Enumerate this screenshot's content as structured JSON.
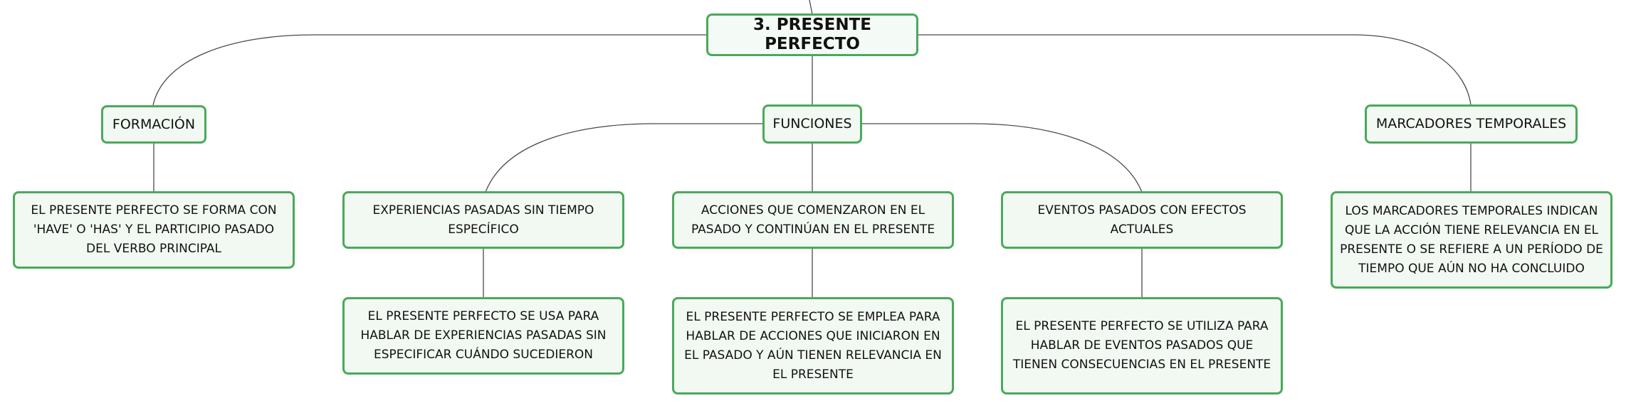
{
  "colors": {
    "node_border": "#4aa95a",
    "node_fill": "#f2f9f3",
    "connector": "#4a4a4a"
  },
  "root": {
    "label": "3. PRESENTE PERFECTO"
  },
  "branches": {
    "formacion": {
      "label": "FORMACIÓN",
      "detail": "EL PRESENTE PERFECTO SE FORMA CON 'HAVE' O 'HAS' Y EL PARTICIPIO PASADO DEL VERBO PRINCIPAL"
    },
    "funciones": {
      "label": "FUNCIONES",
      "items": [
        {
          "label": "EXPERIENCIAS PASADAS SIN TIEMPO ESPECÍFICO",
          "detail": "EL PRESENTE PERFECTO SE USA PARA HABLAR DE EXPERIENCIAS PASADAS SIN ESPECIFICAR CUÁNDO SUCEDIERON"
        },
        {
          "label": "ACCIONES QUE COMENZARON EN EL PASADO Y CONTINÚAN EN EL PRESENTE",
          "detail": "EL PRESENTE PERFECTO SE EMPLEA PARA HABLAR DE ACCIONES QUE INICIARON EN EL PASADO Y AÚN TIENEN RELEVANCIA EN EL PRESENTE"
        },
        {
          "label": "EVENTOS PASADOS CON EFECTOS ACTUALES",
          "detail": "EL PRESENTE PERFECTO SE UTILIZA PARA HABLAR DE EVENTOS PASADOS QUE TIENEN CONSECUENCIAS EN EL PRESENTE"
        }
      ]
    },
    "marcadores": {
      "label": "MARCADORES TEMPORALES",
      "detail": "LOS MARCADORES TEMPORALES INDICAN QUE LA ACCIÓN TIENE RELEVANCIA EN EL PRESENTE O SE REFIERE A UN PERÍODO DE TIEMPO QUE AÚN NO HA CONCLUIDO"
    }
  }
}
